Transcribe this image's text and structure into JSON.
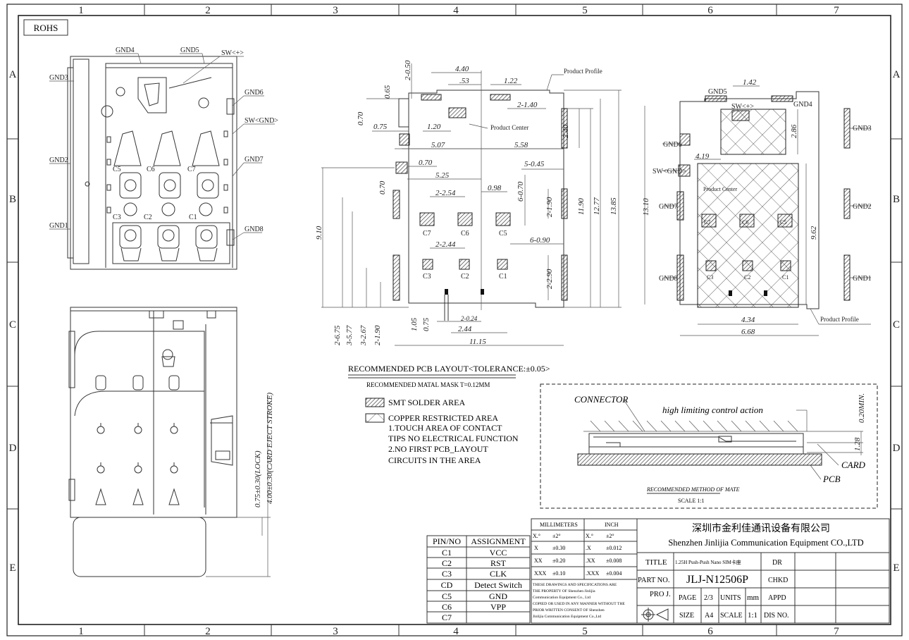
{
  "border": {
    "cols": [
      "1",
      "2",
      "3",
      "4",
      "5",
      "6",
      "7"
    ],
    "rows": [
      "A",
      "B",
      "C",
      "D",
      "E"
    ]
  },
  "rohs_label": "ROHS",
  "top_view": {
    "labels": {
      "gnd4": "GND4",
      "gnd5": "GND5",
      "sw_plus": "SW<+>",
      "gnd3": "GND3",
      "gnd6": "GND6",
      "sw_gnd": "SW<GND>",
      "gnd2": "GND2",
      "gnd7": "GND7",
      "gnd1": "GND1",
      "gnd8": "GND8"
    },
    "contacts": {
      "c6": "C6",
      "c7": "C7",
      "c5": "C5",
      "c3": "C3",
      "c2": "C2",
      "c1": "C1"
    }
  },
  "side_view": {
    "dim_lock": "0.75±0.30(LOCK)",
    "dim_eject": "4.00±0.30(CARD EJECT STROKE)"
  },
  "pcb_layout": {
    "dims": {
      "d_2_50": "2-0.50",
      "d_0_65": "0.65",
      "d_4_40": "4.40",
      "d_0_53": ".53",
      "d_1_22": "1.22",
      "product_profile": "Product Profile",
      "d_2_1_40": "2-1.40",
      "d_0_70a": "0.70",
      "d_0_75": "0.75",
      "d_1_20": "1.20",
      "product_center": "Product Center",
      "d_2_40": "2.40",
      "d_5_07": "5.07",
      "d_5_58": "5.58",
      "d_0_70b": "0.70",
      "d_5_0_45": "5-0.45",
      "d_0_70c": "0.70",
      "d_5_25": "5.25",
      "d_2_2_54": "2-2.54",
      "d_0_98": "0.98",
      "d_6_0_70": "6-0.70",
      "d_2_1_90": "2-1.90",
      "d_11_90": "11.90",
      "d_12_77": "12.77",
      "d_13_85": "13.85",
      "d_9_10": "9.10",
      "d_2_2_44": "2-2.44",
      "d_6_0_90": "6-0.90",
      "d_2_2_90": "2-2.90",
      "d_1_05": "1.05",
      "d_0_75b": "0.75",
      "d_2_0_24": "2-0.24",
      "d_2_44": "2.44",
      "d_11_15": "11.15",
      "d_2_6_75": "2-6.75",
      "d_3_5_77": "3-5.77",
      "d_3_2_67": "3-2.67",
      "d_2_1_90b": "2-1.90"
    },
    "contacts": {
      "c7": "C7",
      "c6": "C6",
      "c5": "C5",
      "c3": "C3",
      "c2": "C2",
      "c1": "C1"
    },
    "title": "RECOMMENDED PCB LAYOUT<TOLERANCE:±0.05>",
    "subtitle": "RECOMMENDED MATAL MASK T=0.12MM"
  },
  "legend": {
    "smt": "SMT SOLDER AREA",
    "copper": "COPPER RESTRICTED AREA",
    "note1a": "1.TOUCH AREA OF CONTACT",
    "note1b": "TIPS NO ELECTRICAL FUNCTION",
    "note2a": "2.NO FIRST PCB_LAYOUT",
    "note2b": "CIRCUITS IN THE AREA"
  },
  "restricted_view": {
    "labels": {
      "gnd5": "GND5",
      "d_1_42": "1.42",
      "sw_plus": "SW<+>",
      "gnd4": "GND4",
      "gnd3": "GND3",
      "d_2_86": "2.86",
      "gnd6": "GND6",
      "d_4_19": "4.19",
      "sw_gnd": "SW<GND>",
      "product_center": "Product Center",
      "d_13_10": "13.10",
      "gnd7": "GND7",
      "gnd2": "GND2",
      "d_9_62": "9.62",
      "gnd8": "GND8",
      "gnd1": "GND1",
      "d_4_34": "4.34",
      "d_6_68": "6.68",
      "product_profile": "Product Profile"
    },
    "contacts": {
      "c7": "C7",
      "c6": "C6",
      "c5": "C5",
      "c3": "C3",
      "c2": "C2",
      "c1": "C1"
    }
  },
  "mate_detail": {
    "connector": "CONNECTOR",
    "action": "high limiting control action",
    "d_0_20": "0.20MIN.",
    "d_1_28": "1.28",
    "card": "CARD",
    "pcb": "PCB",
    "title": "RECOMMENDED METHOD OF MATE",
    "scale": "SCALE 1:1"
  },
  "pin_table": {
    "headers": [
      "PIN/NO",
      "ASSIGNMENT"
    ],
    "rows": [
      [
        "C1",
        "VCC"
      ],
      [
        "C2",
        "RST"
      ],
      [
        "C3",
        "CLK"
      ],
      [
        "CD",
        "Detect Switch"
      ],
      [
        "C5",
        "GND"
      ],
      [
        "C6",
        "VPP"
      ],
      [
        "C7",
        ""
      ]
    ]
  },
  "tolerance_table": {
    "h_mm": "MILLIMETERS",
    "h_inch": "INCH",
    "rows": [
      [
        "X.°",
        "±2°",
        "X.°",
        "±2°"
      ],
      [
        "X",
        "±0.30",
        ".X",
        "±0.012"
      ],
      [
        "XX",
        "±0.20",
        ".XX",
        "±0.008"
      ],
      [
        "XXX",
        "±0.10",
        ".XXX",
        "±0.004"
      ]
    ],
    "note": [
      "THESE DRAWINGS AND SPECIFICATIONS ARE",
      "THE PROPERTY OF Shenzhen Jinlijia",
      "Communication Equipment Co., Ltd",
      "COPIED OR USED IN ANY MANNER WITHOUT THE",
      "PRIOR WRITTEN CONSENT OF Shenzhen",
      "Jinlijia Communication Equipment Co.,Ltd"
    ]
  },
  "title_block": {
    "company_cn": "深圳市金利佳通讯设备有限公司",
    "company_en": "Shenzhen Jinlijia Communication Equipment CO.,LTD",
    "title_label": "TITLE",
    "title_value": "1.25H Push-Push Nano SIM卡座",
    "dr": "DR",
    "part_label": "PART NO.",
    "part_value": "JLJ-N12506P",
    "chkd": "CHKD",
    "proj_label": "PRO J.",
    "page_label": "PAGE",
    "page_value": "2/3",
    "units_label": "UNITS",
    "units_value": "mm",
    "appd": "APPD",
    "size_label": "SIZE",
    "size_value": "A4",
    "scale_label": "SCALE",
    "scale_value": "1:1",
    "disno": "DIS NO."
  }
}
